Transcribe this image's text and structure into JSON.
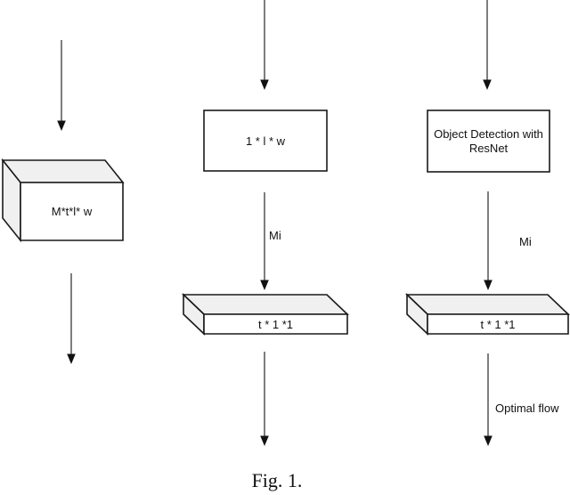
{
  "colors": {
    "shape_stroke": "#1a1a1a",
    "arrow_line": "#474747",
    "arrowhead": "#111111",
    "face_white": "#ffffff",
    "face_shade": "#f0f0f0",
    "background": "#ffffff",
    "text": "#111111"
  },
  "caption": "Fig. 1.",
  "left_column": {
    "cuboid_label": "M*t*l* w"
  },
  "middle_column": {
    "box_label": "1 * l * w",
    "arrow_label": "Mi",
    "slab_label": "t * 1 *1"
  },
  "right_column": {
    "box_label": "Object Detection with ResNet",
    "arrow_label": "Mi",
    "slab_label": "t * 1 *1",
    "flow_label": "Optimal flow"
  }
}
